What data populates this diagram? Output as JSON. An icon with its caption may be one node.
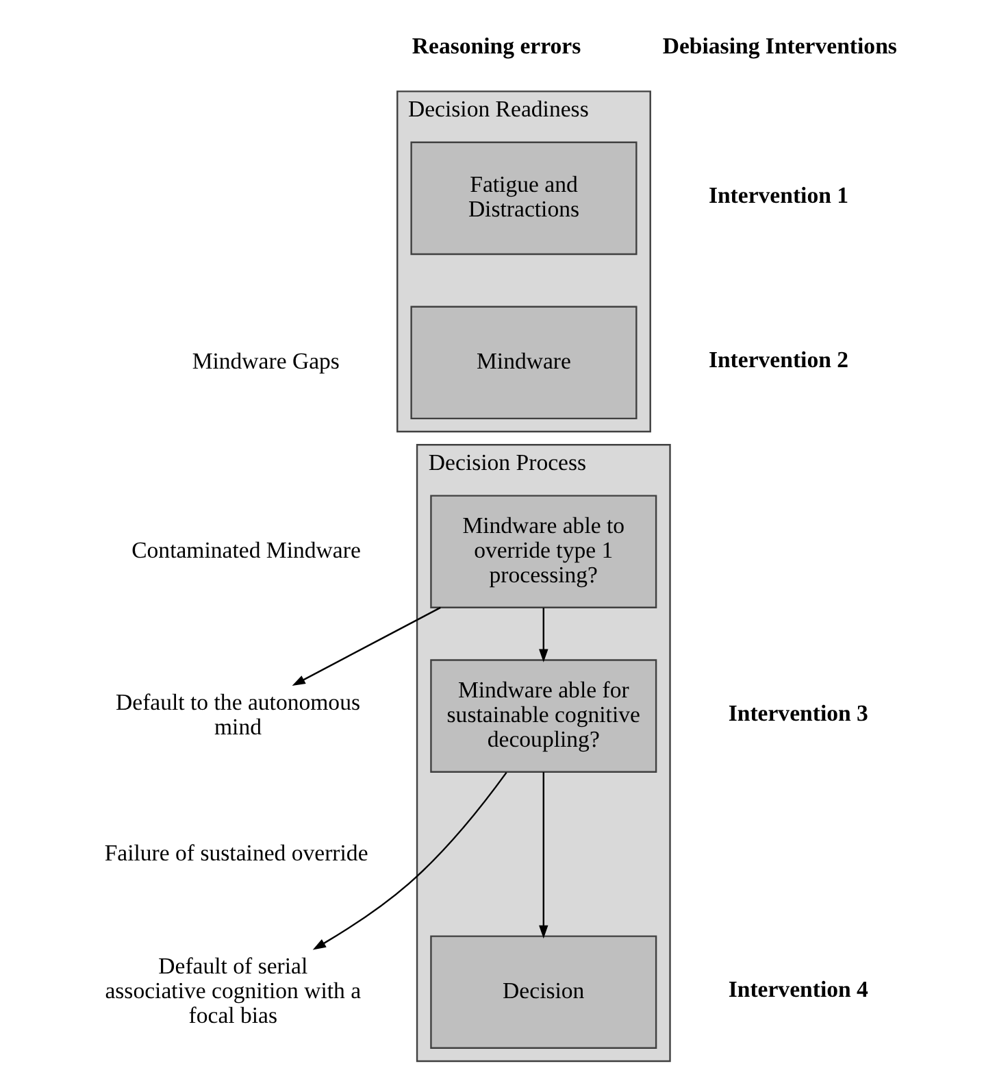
{
  "diagram": {
    "nodes": [
      {
        "text": [
          "Decision Readiness"
        ]
      },
      {
        "text": [
          "Fatigue and Distractions"
        ],
        "in": 0
      },
      {
        "text": [
          "Mindware"
        ],
        "in": 0
      },
      {
        "text": [
          "Decision Process"
        ]
      },
      {
        "text": [
          "Mindware able to override type 1 processing?"
        ],
        "in": 3
      },
      {
        "text": [
          "Mindware able for sustainable cognitive decoupling?"
        ],
        "in": 3
      },
      {
        "text": [
          "Decision"
        ],
        "in": 3
      },
      {
        "text": [
          "Default to the autonomous mind"
        ]
      },
      {
        "text": [
          "Default of serial associative cognition with a focal bias"
        ]
      }
    ],
    "edges": [
      {
        "from": 4,
        "to": 5,
        "arrow": "to"
      },
      {
        "from": 4,
        "to": 7,
        "arrow": "to"
      },
      {
        "from": 5,
        "to": 6,
        "arrow": "to"
      },
      {
        "from": 5,
        "to": 8,
        "arrow": "to"
      }
    ],
    "labels": [
      "Reasoning errors",
      "Debiasing Interventions",
      "Intervention 1",
      "Mindware Gaps",
      "Intervention 2",
      "Contaminated Mindware",
      "Intervention 3",
      "Failure of sustained override",
      "Intervention 4"
    ]
  }
}
